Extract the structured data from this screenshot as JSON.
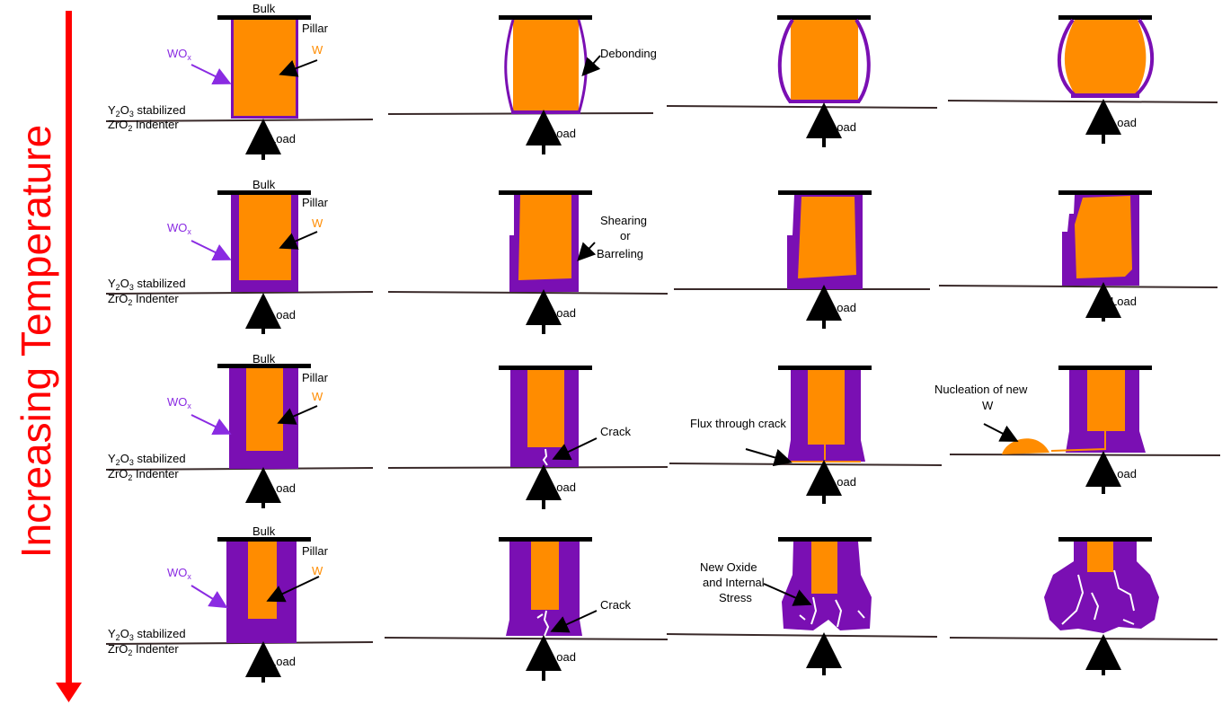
{
  "axis_label": "Increasing Temperature",
  "labels": {
    "bulk": "Bulk",
    "pillar": "Pillar",
    "w": "W",
    "wox_main": "WO",
    "wox_sub": "x",
    "y2o3_a": "Y",
    "y2o3_b": "2",
    "y2o3_c": "O",
    "y2o3_d": "3",
    "y2o3_e": " stabilized",
    "zro2_a": "ZrO",
    "zro2_b": "2",
    "zro2_c": " Indenter",
    "load": "Load",
    "debonding": "Debonding",
    "shearing_1": "Shearing",
    "shearing_2": "or",
    "shearing_3": "Barreling",
    "crack": "Crack",
    "flux": "Flux through crack",
    "nucleation_1": "Nucleation of new",
    "nucleation_2": "W",
    "new_oxide_1": "New Oxide",
    "new_oxide_2": "and Internal",
    "new_oxide_3": "Stress"
  },
  "colors": {
    "oxide": "#7a0fb3",
    "metal": "#ff8c00",
    "arrow_red": "#ff0000",
    "line": "#000000",
    "wox_text": "#8a2be2",
    "w_text": "#ff8c00"
  }
}
